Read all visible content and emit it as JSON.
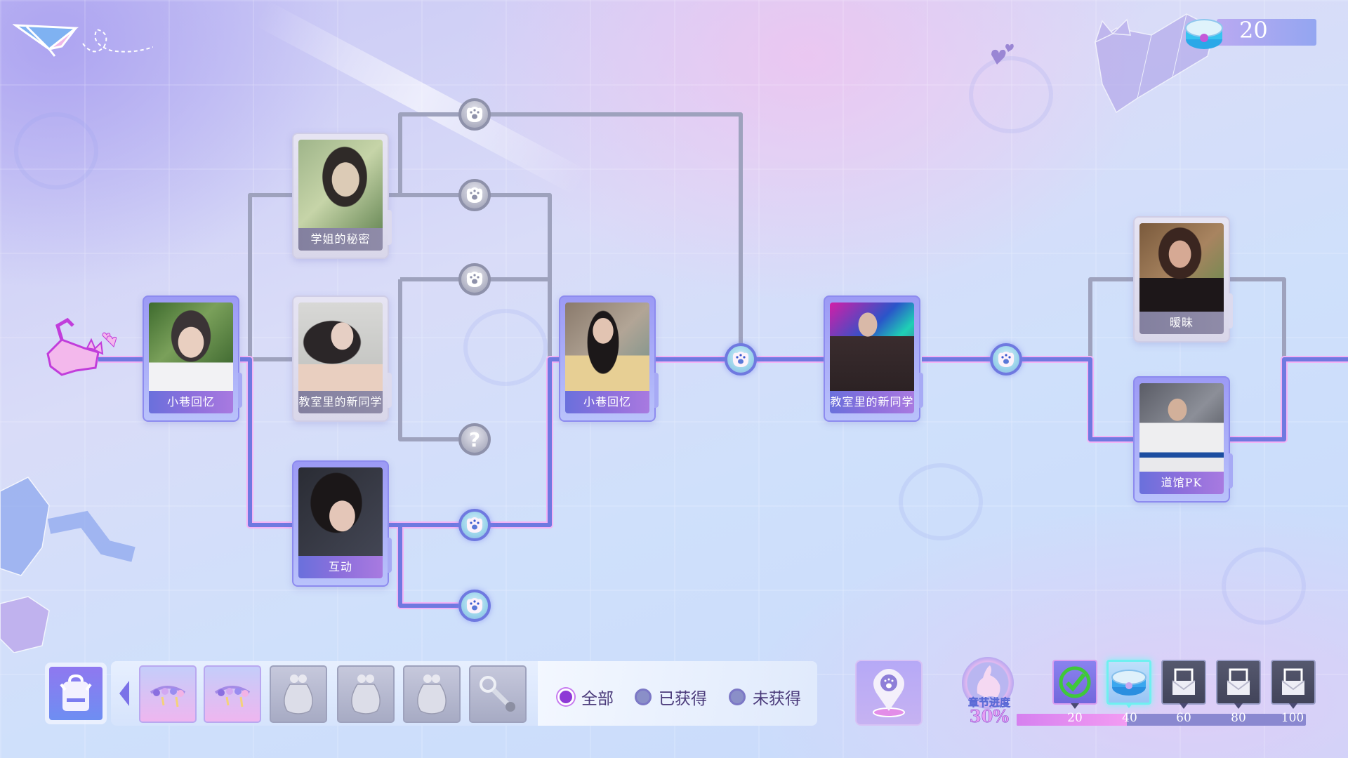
{
  "currency": {
    "icon": "cat-food-can-icon",
    "value": "20"
  },
  "story_map": {
    "start_icon": "geometric-cat-icon",
    "cards": [
      {
        "id": "alley-memory-1",
        "title": "小巷回忆",
        "state": "unlocked"
      },
      {
        "id": "senior-secret",
        "title": "学姐的秘密",
        "state": "locked"
      },
      {
        "id": "new-classmate-1",
        "title": "教室里的新同学",
        "state": "locked"
      },
      {
        "id": "interaction",
        "title": "互动",
        "state": "unlocked"
      },
      {
        "id": "alley-memory-2",
        "title": "小巷回忆",
        "state": "unlocked"
      },
      {
        "id": "new-classmate-2",
        "title": "教室里的新同学",
        "state": "unlocked"
      },
      {
        "id": "ambiguous",
        "title": "暧昧",
        "state": "locked"
      },
      {
        "id": "dojo-pk",
        "title": "道馆PK",
        "state": "unlocked"
      }
    ],
    "nodes": [
      {
        "icon": "paw-icon",
        "state": "locked"
      },
      {
        "icon": "paw-icon",
        "state": "locked"
      },
      {
        "icon": "paw-icon",
        "state": "locked"
      },
      {
        "icon": "question-icon",
        "label": "?",
        "state": "hidden"
      },
      {
        "icon": "paw-icon",
        "state": "unlocked"
      },
      {
        "icon": "paw-icon",
        "state": "unlocked"
      },
      {
        "icon": "paw-icon",
        "state": "unlocked"
      },
      {
        "icon": "paw-icon",
        "state": "unlocked"
      }
    ]
  },
  "inventory": {
    "bag_icon": "backpack-icon",
    "items": [
      {
        "name": "charm-bracelet",
        "owned": true
      },
      {
        "name": "charm-bracelet",
        "owned": true
      },
      {
        "name": "flower-pouch",
        "owned": false
      },
      {
        "name": "flower-pouch",
        "owned": false
      },
      {
        "name": "flower-pouch",
        "owned": false
      },
      {
        "name": "microphone",
        "owned": false
      }
    ],
    "filters": [
      {
        "label": "全部",
        "selected": true
      },
      {
        "label": "已获得",
        "selected": false
      },
      {
        "label": "未获得",
        "selected": false
      }
    ]
  },
  "map_button": {
    "icon": "paw-location-pin-icon"
  },
  "chapter_progress": {
    "title": "章节进度",
    "percent": "30%",
    "fill_percent": 38,
    "milestones": [
      {
        "value": "20",
        "state": "claimed"
      },
      {
        "value": "40",
        "state": "current"
      },
      {
        "value": "60",
        "state": "locked"
      },
      {
        "value": "80",
        "state": "locked"
      },
      {
        "value": "100",
        "state": "locked"
      }
    ]
  },
  "colors": {
    "active_path": "#6f79e0",
    "locked_path": "#9ea2bd",
    "accent_pink": "#e59ef2"
  }
}
